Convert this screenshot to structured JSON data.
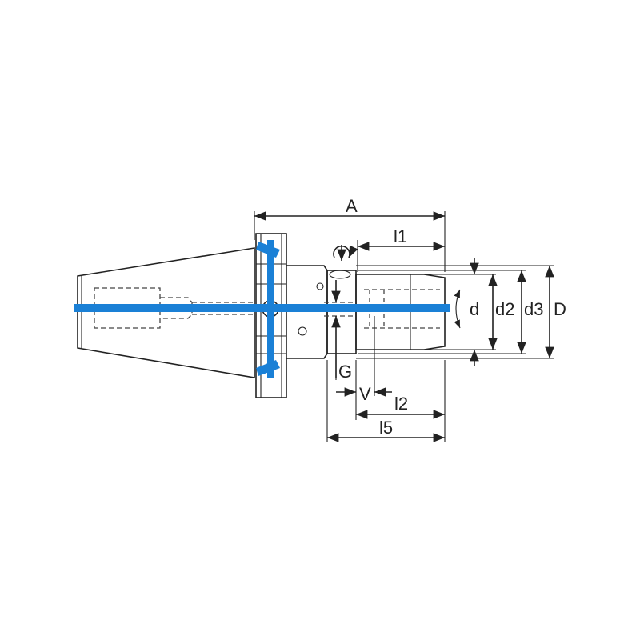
{
  "diagram": {
    "colors": {
      "axis": "#1a80d6",
      "line": "#222222",
      "background": "#ffffff"
    },
    "labels": {
      "A": "A",
      "l1": "l1",
      "d": "d",
      "d2": "d2",
      "d3": "d3",
      "D": "D",
      "G": "G",
      "V": "V",
      "l2": "l2",
      "l5": "l5"
    },
    "icons": [
      "rotation-direction-icon"
    ]
  }
}
